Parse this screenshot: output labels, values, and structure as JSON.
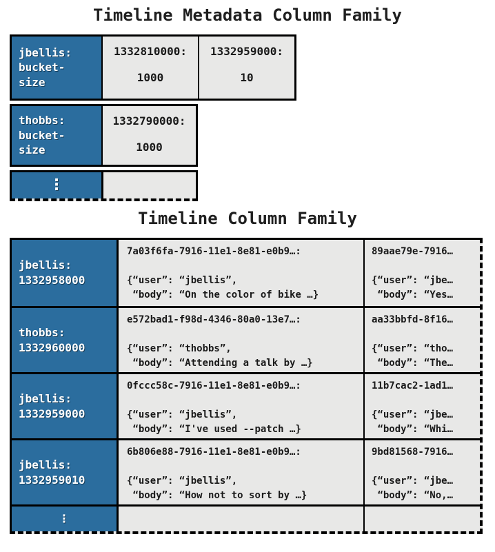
{
  "colors": {
    "row_key_blue": "#2b6d9e",
    "cell_gray": "#e8e8e7",
    "border_black": "#000000"
  },
  "metadata": {
    "title": "Timeline Metadata Column Family",
    "rows": [
      {
        "key": "jbellis:\nbucket-\nsize",
        "cells": [
          {
            "name": "1332810000:",
            "value": "1000"
          },
          {
            "name": "1332959000:",
            "value": "10"
          }
        ]
      },
      {
        "key": "thobbs:\nbucket-\nsize",
        "cells": [
          {
            "name": "1332790000:",
            "value": "1000"
          }
        ]
      }
    ],
    "ellipsis": "⋮"
  },
  "timeline": {
    "title": "Timeline Column Family",
    "rows": [
      {
        "key": "jbellis:\n1332958000",
        "main": "7a03f6fa-7916-11e1-8e81-e0b9…:\n\n{“user”: “jbellis”,\n “body”: “On the color of bike …}",
        "right": "89aae79e-7916…\n\n{“user”: “jbe…\n “body”: “Yes…"
      },
      {
        "key": "thobbs:\n1332960000",
        "main": "e572bad1-f98d-4346-80a0-13e7…:\n\n{“user”: “thobbs”,\n “body”: “Attending a talk by …}",
        "right": "aa33bbfd-8f16…\n\n{“user”: “tho…\n “body”: “The…"
      },
      {
        "key": "jbellis:\n1332959000",
        "main": "0fccc58c-7916-11e1-8e81-e0b9…:\n\n{“user”: “jbellis”,\n “body”: “I've used --patch …}",
        "right": "11b7cac2-1ad1…\n\n{“user”: “jbe…\n “body”: “Whi…"
      },
      {
        "key": "jbellis:\n1332959010",
        "main": "6b806e88-7916-11e1-8e81-e0b9…:\n\n{“user”: “jbellis”,\n “body”: “How not to sort by …}",
        "right": "9bd81568-7916…\n\n{“user”: “jbe…\n “body”: “No,…"
      }
    ],
    "ellipsis": "⋮"
  }
}
